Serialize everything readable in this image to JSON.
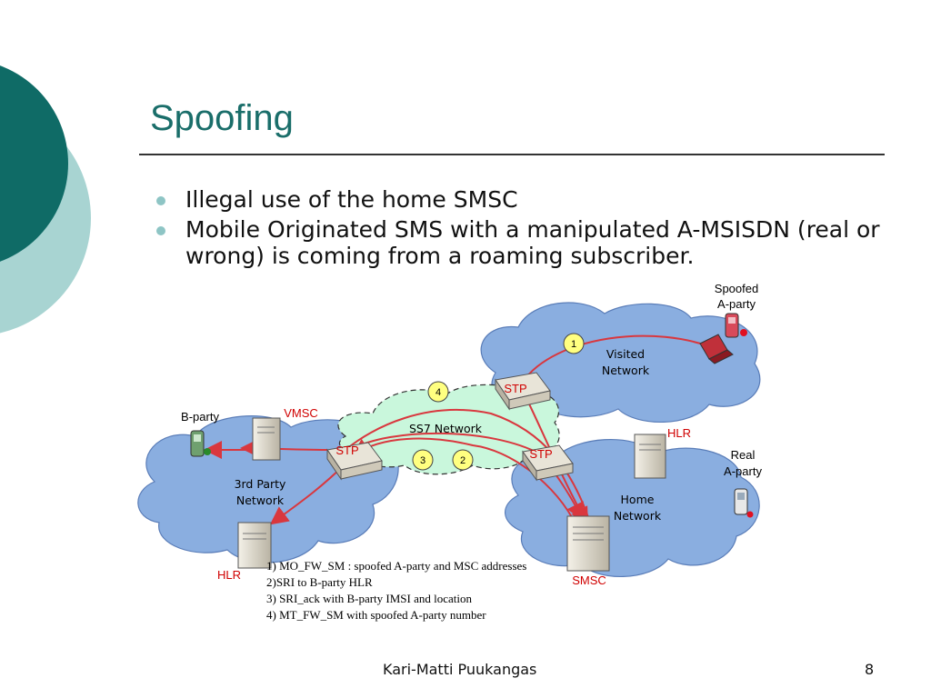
{
  "slide": {
    "title": "Spoofing",
    "bullets": [
      "Illegal use of the home SMSC",
      "Mobile Originated SMS with a manipulated A-MSISDN (real or wrong) is coming  from a roaming subscriber."
    ],
    "footer_author": "Kari-Matti Puukangas",
    "page_number": "8"
  },
  "diagram": {
    "networks": {
      "visited": [
        "Visited",
        "Network"
      ],
      "ss7": "SS7 Network",
      "third_party": [
        "3rd Party",
        "Network"
      ],
      "home": [
        "Home",
        "Network"
      ]
    },
    "nodes": {
      "stp_visited": "STP",
      "stp_third": "STP",
      "stp_home": "STP",
      "vmsc": "VMSC",
      "hlr_home": "HLR",
      "hlr_third": "HLR",
      "smsc": "SMSC"
    },
    "actors": {
      "b_party": "B-party",
      "spoofed_a_party": [
        "Spoofed",
        "A-party"
      ],
      "real_a_party": [
        "Real",
        "A-party"
      ]
    },
    "steps": [
      "1",
      "2",
      "3",
      "4"
    ],
    "legend": [
      "1) MO_FW_SM : spoofed A-party and MSC addresses",
      "2)SRI to B-party HLR",
      "3) SRI_ack with B-party IMSI and location",
      "4) MT_FW_SM with spoofed A-party number"
    ]
  },
  "colors": {
    "title": "#1a6e6a",
    "deco_dark": "#0f6b66",
    "deco_light": "#a8d4d2",
    "cloud_blue": "#8aaee0",
    "ss7_cloud": "#c9f7dc",
    "arrow": "#d9373e",
    "badge": "#ffff80",
    "label_red": "#d00000"
  }
}
